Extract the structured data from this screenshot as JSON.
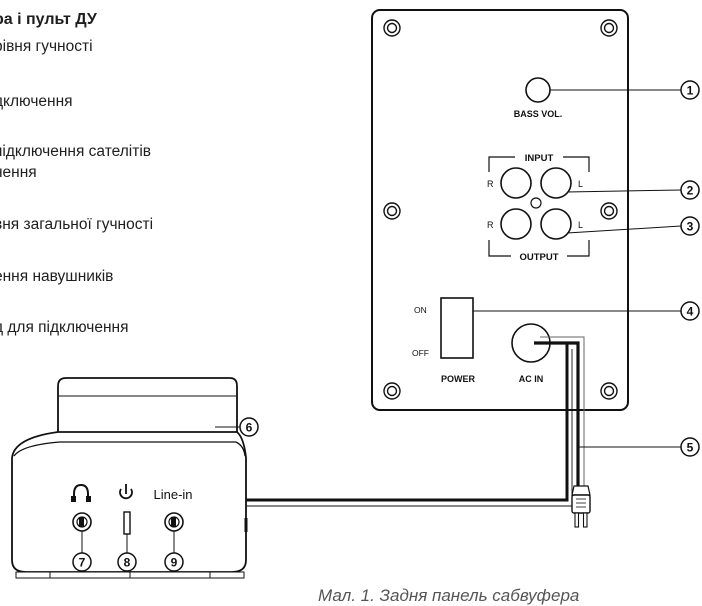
{
  "left_list": {
    "title": "ра і пульт ДУ",
    "items": [
      "рівня гучності",
      "дключення",
      "підключення сателітів",
      "нення",
      "вня загальної гучності",
      "ення навушників",
      "д для підключення"
    ]
  },
  "back_panel": {
    "bass_label": "BASS VOL.",
    "input_label": "INPUT",
    "output_label": "OUTPUT",
    "r": "R",
    "l": "L",
    "on": "ON",
    "off": "OFF",
    "power_label": "POWER",
    "ac_label": "AC IN"
  },
  "remote": {
    "line_in_label": "Line-in"
  },
  "callouts": [
    "1",
    "2",
    "3",
    "4",
    "5",
    "6",
    "7",
    "8",
    "9"
  ],
  "caption": "Мал. 1. Задня панель сабвуфера"
}
